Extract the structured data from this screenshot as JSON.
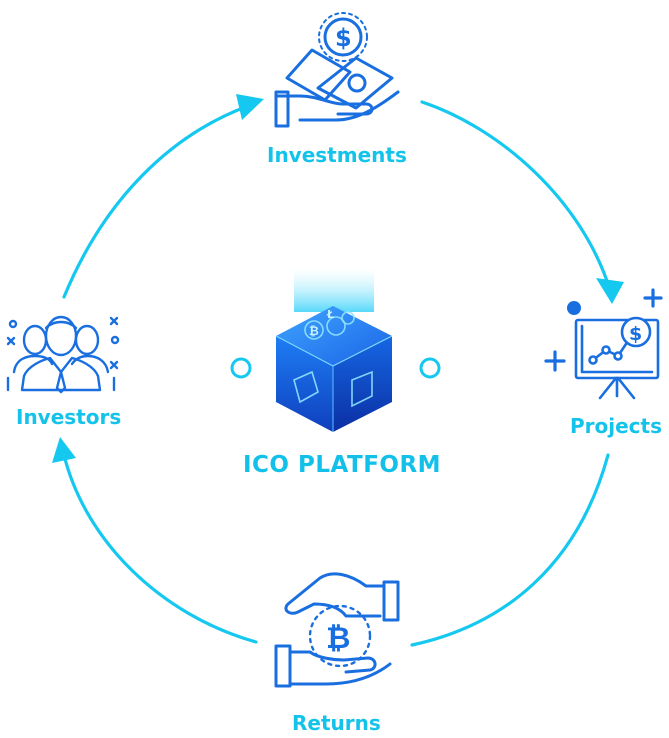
{
  "nodes": {
    "investments": "Investments",
    "investors": "Investors",
    "projects": "Projects",
    "returns": "Returns",
    "center": "ICO PLATFORM"
  },
  "colors": {
    "cycle": "#14c8f0",
    "icon": "#1a6fe0",
    "label": "#14c3ea"
  },
  "icons": [
    "money-hand-icon",
    "investors-group-icon",
    "presentation-board-icon",
    "bitcoin-hands-icon",
    "crypto-cube-icon"
  ]
}
